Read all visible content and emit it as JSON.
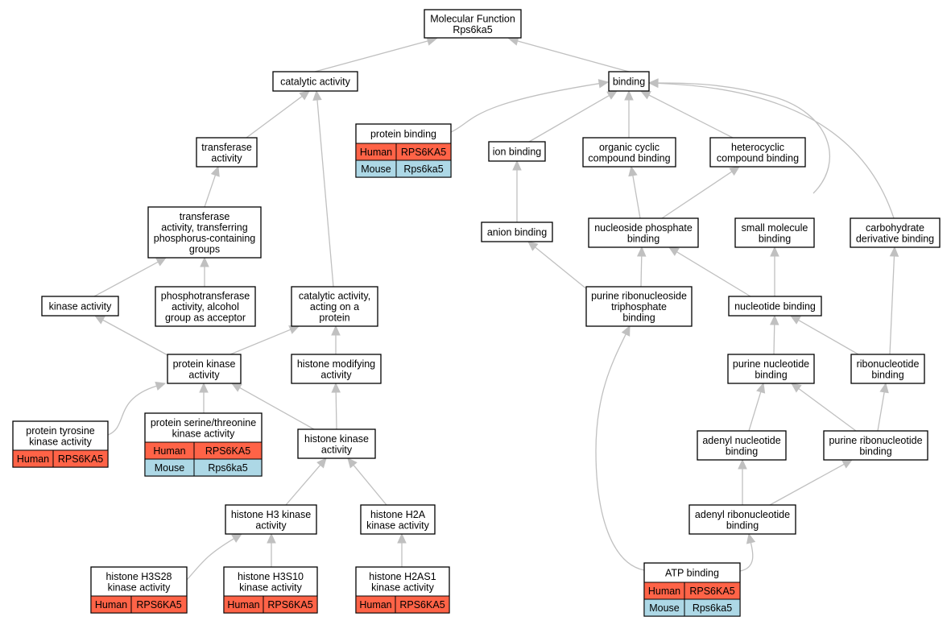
{
  "colors": {
    "human": "#ff6347",
    "mouse": "#add8e6",
    "edge": "#c0c0c0",
    "border": "#000000"
  },
  "nodes": {
    "mf": [
      "Molecular Function",
      "Rps6ka5"
    ],
    "catalytic": [
      "catalytic activity"
    ],
    "binding": [
      "binding"
    ],
    "transferase": [
      "transferase",
      "activity"
    ],
    "protein_binding": [
      "protein binding"
    ],
    "ion_binding": [
      "ion binding"
    ],
    "organic_cyclic": [
      "organic cyclic",
      "compound binding"
    ],
    "heterocyclic": [
      "heterocyclic",
      "compound binding"
    ],
    "transferase_p": [
      "transferase",
      "activity, transferring",
      "phosphorus-containing",
      "groups"
    ],
    "anion_binding": [
      "anion binding"
    ],
    "nucleoside_phosphate": [
      "nucleoside phosphate",
      "binding"
    ],
    "small_molecule": [
      "small molecule",
      "binding"
    ],
    "carbohydrate": [
      "carbohydrate",
      "derivative binding"
    ],
    "kinase": [
      "kinase activity"
    ],
    "phosphotransferase": [
      "phosphotransferase",
      "activity, alcohol",
      "group as acceptor"
    ],
    "catalytic_protein": [
      "catalytic activity,",
      "acting on a",
      "protein"
    ],
    "purine_ribo_tri": [
      "purine ribonucleoside",
      "triphosphate",
      "binding"
    ],
    "nucleotide": [
      "nucleotide binding"
    ],
    "protein_kinase": [
      "protein kinase",
      "activity"
    ],
    "histone_modifying": [
      "histone modifying",
      "activity"
    ],
    "purine_nucleotide": [
      "purine nucleotide",
      "binding"
    ],
    "ribonucleotide": [
      "ribonucleotide",
      "binding"
    ],
    "protein_tyrosine": [
      "protein tyrosine",
      "kinase activity"
    ],
    "protein_serine": [
      "protein serine/threonine",
      "kinase activity"
    ],
    "histone_kinase": [
      "histone kinase",
      "activity"
    ],
    "adenyl_nucleotide": [
      "adenyl nucleotide",
      "binding"
    ],
    "purine_ribonucleotide": [
      "purine ribonucleotide",
      "binding"
    ],
    "histone_h3": [
      "histone H3 kinase",
      "activity"
    ],
    "histone_h2a": [
      "histone H2A",
      "kinase activity"
    ],
    "adenyl_ribonucleotide": [
      "adenyl ribonucleotide",
      "binding"
    ],
    "histone_h3s28": [
      "histone H3S28",
      "kinase activity"
    ],
    "histone_h3s10": [
      "histone H3S10",
      "kinase activity"
    ],
    "histone_h2as1": [
      "histone H2AS1",
      "kinase activity"
    ],
    "atp_binding": [
      "ATP binding"
    ]
  },
  "annotations": {
    "protein_binding": [
      [
        "Human",
        "RPS6KA5"
      ],
      [
        "Mouse",
        "Rps6ka5"
      ]
    ],
    "protein_tyrosine": [
      [
        "Human",
        "RPS6KA5"
      ]
    ],
    "protein_serine": [
      [
        "Human",
        "RPS6KA5"
      ],
      [
        "Mouse",
        "Rps6ka5"
      ]
    ],
    "histone_h3s28": [
      [
        "Human",
        "RPS6KA5"
      ]
    ],
    "histone_h3s10": [
      [
        "Human",
        "RPS6KA5"
      ]
    ],
    "histone_h2as1": [
      [
        "Human",
        "RPS6KA5"
      ]
    ],
    "atp_binding": [
      [
        "Human",
        "RPS6KA5"
      ],
      [
        "Mouse",
        "Rps6ka5"
      ]
    ]
  }
}
